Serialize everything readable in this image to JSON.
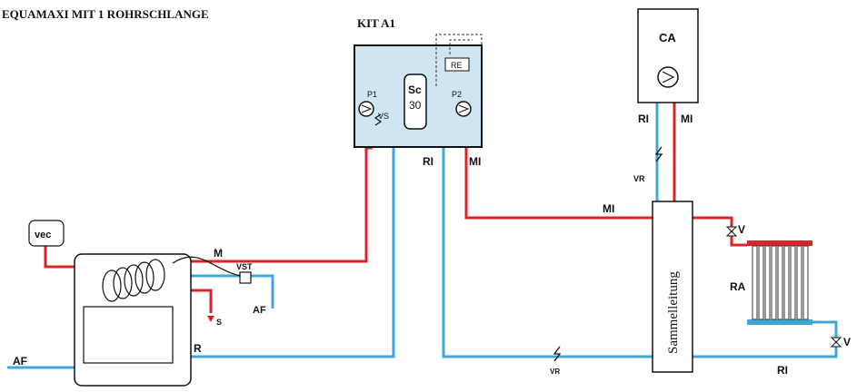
{
  "title": "EQUAMAXI MIT 1 ROHRSCHLANGE",
  "kit": {
    "title": "KIT A1",
    "exchanger_line1": "Sc",
    "exchanger_line2": "30",
    "pump1": "P1",
    "pump2": "P2",
    "valve": "VS",
    "regulator": "RE"
  },
  "boiler": {
    "label": "CA"
  },
  "vec": {
    "label": "vec"
  },
  "collector": {
    "label": "Sammelleitung"
  },
  "radiator": {
    "label": "RA"
  },
  "labels": {
    "m": "M",
    "r": "R",
    "af_left": "AF",
    "af_right": "AF",
    "s": "S",
    "vst": "VST",
    "ri_kit": "RI",
    "mi_kit": "MI",
    "ri_ca": "RI",
    "mi_ca": "MI",
    "mi_mid": "MI",
    "vr_ca": "VR",
    "vr_bottom": "VR",
    "v_top": "V",
    "v_bottom": "V",
    "ri_bottom": "RI"
  },
  "colors": {
    "flow": "#d9252a",
    "return": "#41a6d3",
    "kit_fill": "#cfe6f2"
  }
}
